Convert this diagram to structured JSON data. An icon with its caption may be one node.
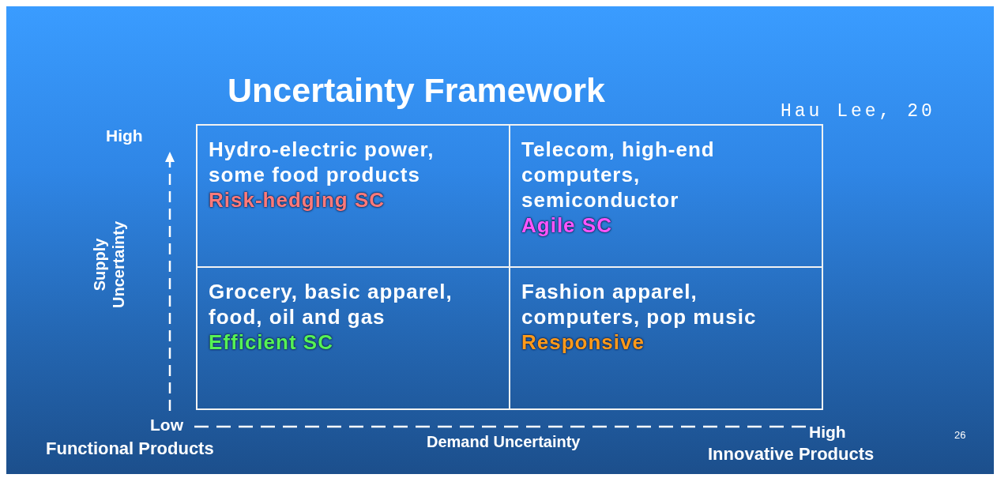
{
  "diagram": {
    "title": "Uncertainty Framework",
    "nodes": [
      {
        "text": [
          "Hydro-electric power, some food products",
          "Risk-hedging SC"
        ]
      },
      {
        "text": [
          "Telecom, high-end computers, semiconductor",
          "Agile SC"
        ]
      },
      {
        "text": [
          "Grocery, basic apparel, food, oil and gas",
          "Efficient SC"
        ]
      },
      {
        "text": [
          "Fashion apparel, computers, pop music",
          "Responsive"
        ]
      }
    ],
    "edges": [],
    "labels": [
      "Hau Lee, 20",
      "High",
      "Supply Uncertainty",
      "Low",
      "Functional Products",
      "Demand Uncertainty",
      "High",
      "Innovative Products",
      "26"
    ]
  }
}
